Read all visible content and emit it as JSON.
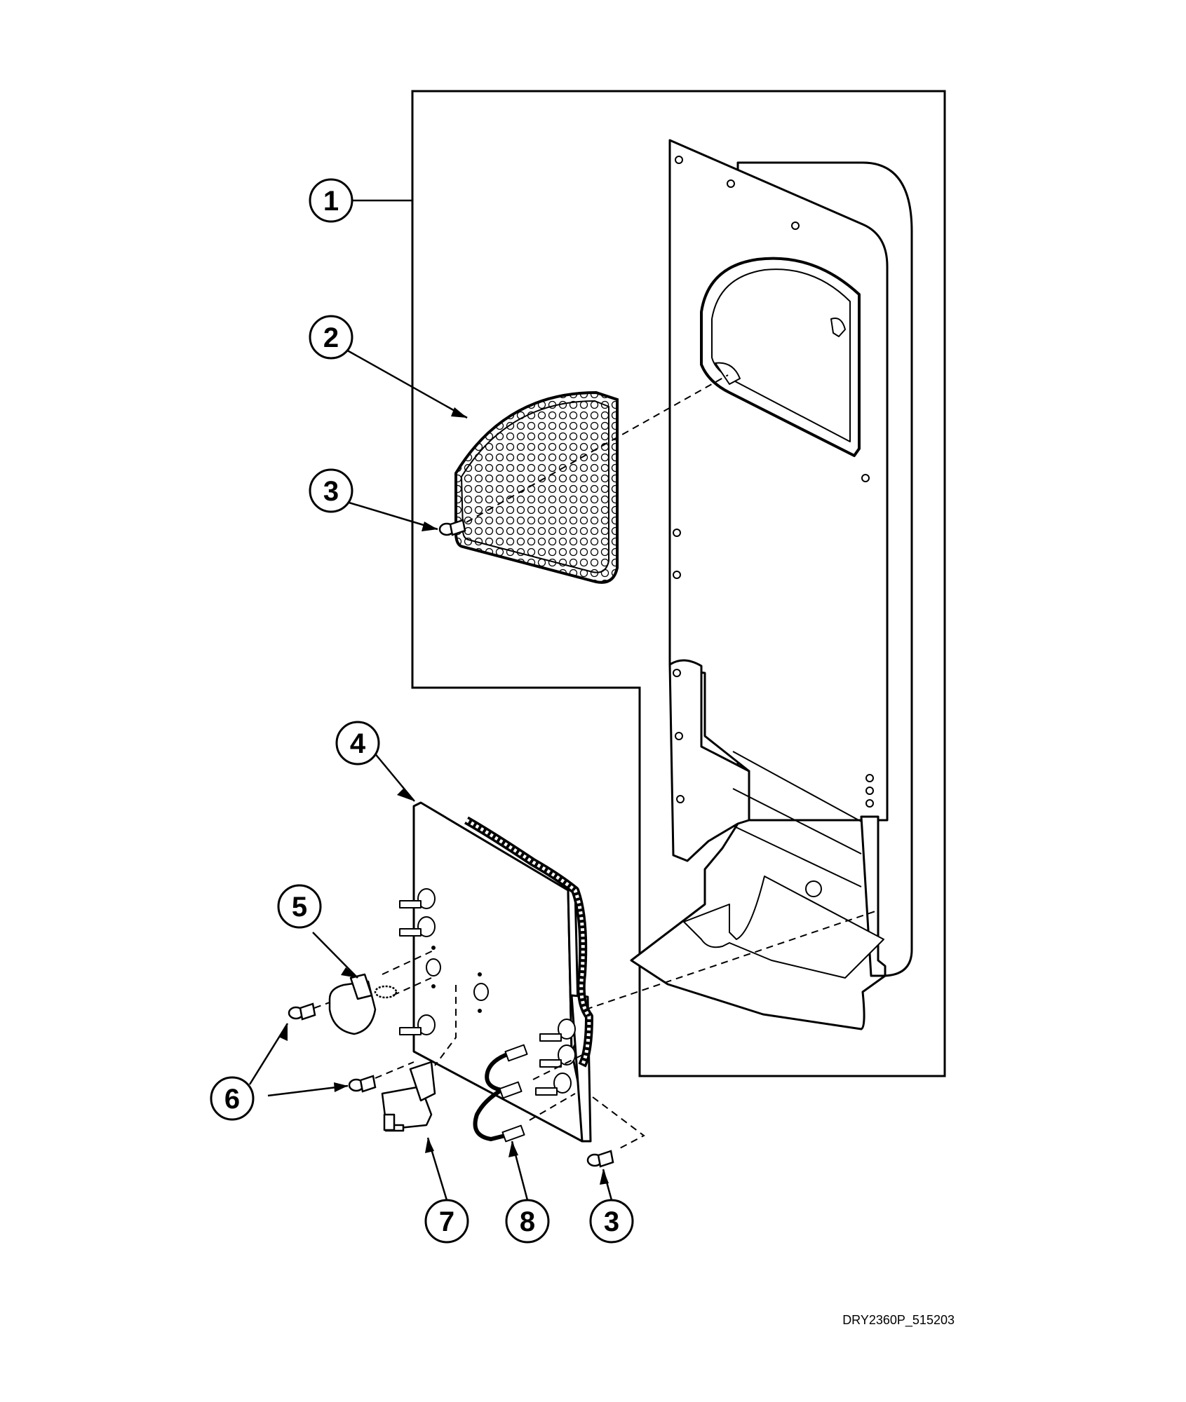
{
  "callouts": [
    {
      "number": "1",
      "part": "back-panel-duct"
    },
    {
      "number": "2",
      "part": "lint-screen"
    },
    {
      "number": "3",
      "part": "screw"
    },
    {
      "number": "4",
      "part": "heater-assembly"
    },
    {
      "number": "5",
      "part": "thermostat"
    },
    {
      "number": "6",
      "part": "screw"
    },
    {
      "number": "7",
      "part": "high-limit-thermostat"
    },
    {
      "number": "8",
      "part": "wire-harness"
    },
    {
      "number": "3",
      "part": "screw"
    }
  ],
  "figure_id": "DRY2360P_515203"
}
